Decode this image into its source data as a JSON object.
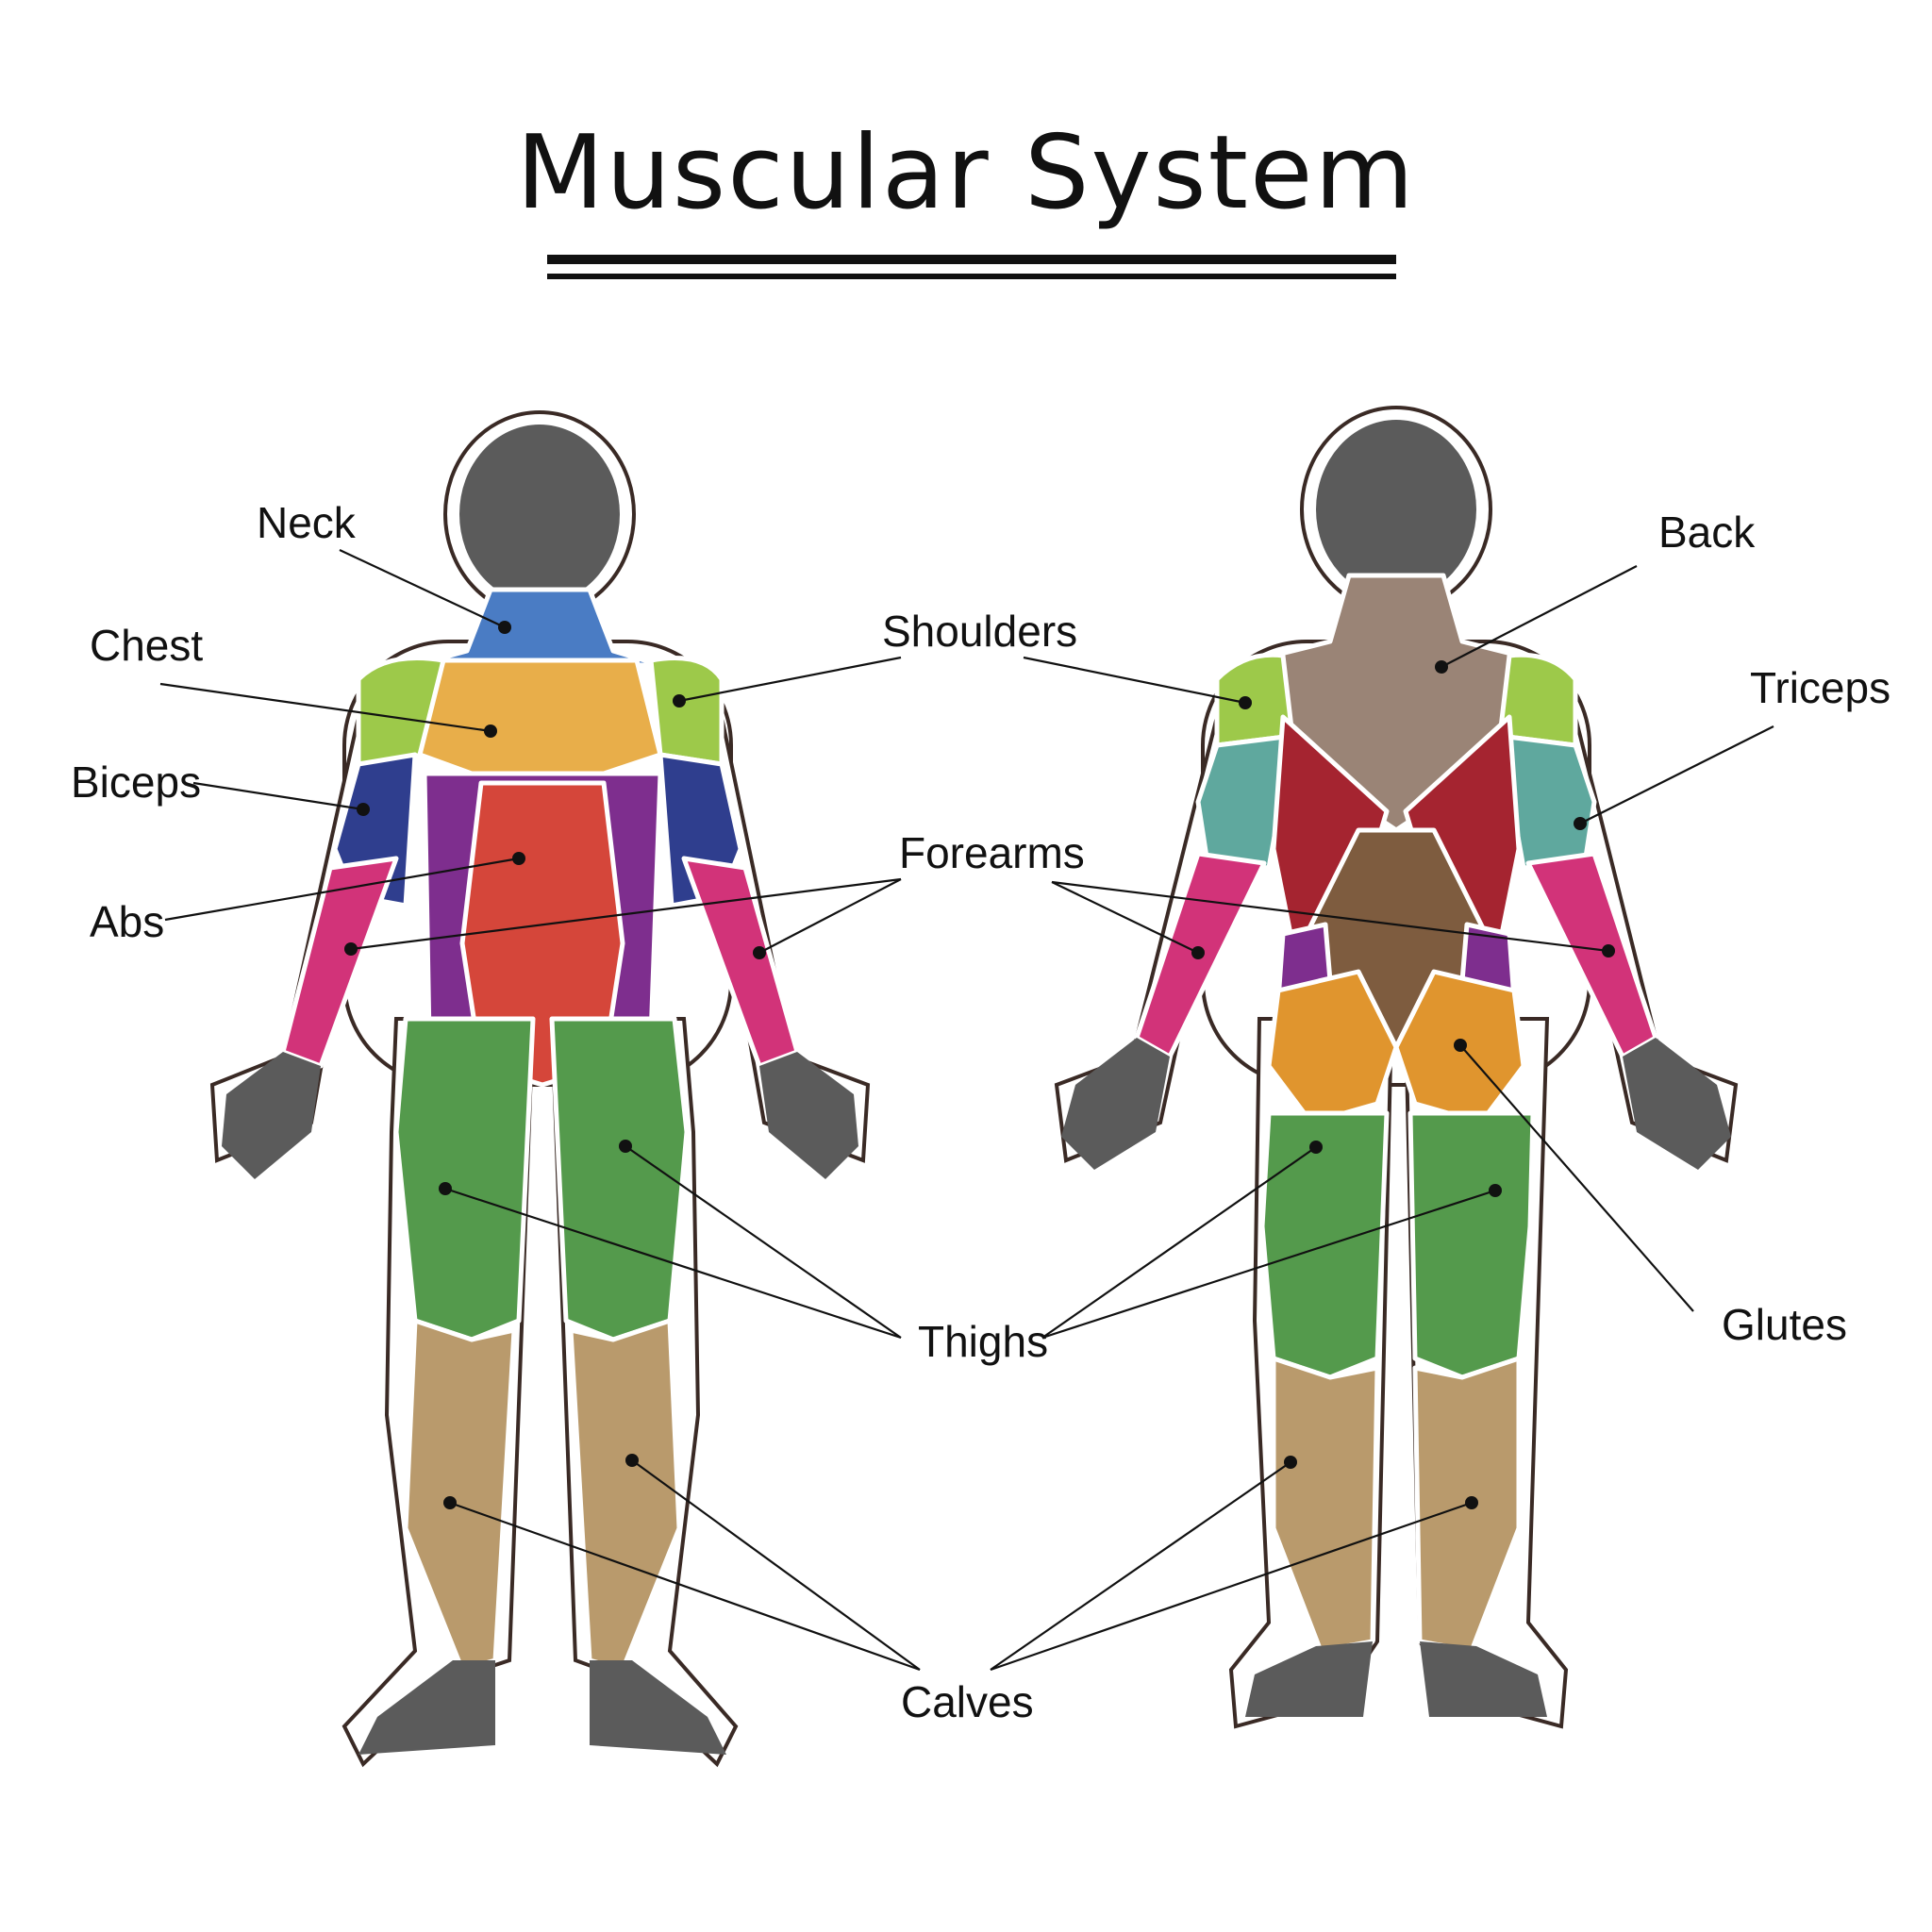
{
  "title": "Muscular System",
  "labels": {
    "neck": "Neck",
    "chest": "Chest",
    "biceps": "Biceps",
    "abs": "Abs",
    "shoulders": "Shoulders",
    "forearms": "Forearms",
    "thighs": "Thighs",
    "calves": "Calves",
    "back": "Back",
    "triceps": "Triceps",
    "glutes": "Glutes"
  },
  "colors": {
    "neck": "#4a7cc4",
    "chest": "#e8ae4a",
    "shoulders": "#9dc94a",
    "biceps": "#2f3e8e",
    "abs": "#d5463a",
    "obliques": "#7e2e8e",
    "forearms": "#d23379",
    "thighs": "#549a4c",
    "calves": "#b99a6c",
    "back": "#9a8476",
    "lats": "#a52430",
    "lower_back": "#7e5c3f",
    "triceps": "#5fa89e",
    "glutes": "#e0952e",
    "skin": "#5b5b5b"
  }
}
